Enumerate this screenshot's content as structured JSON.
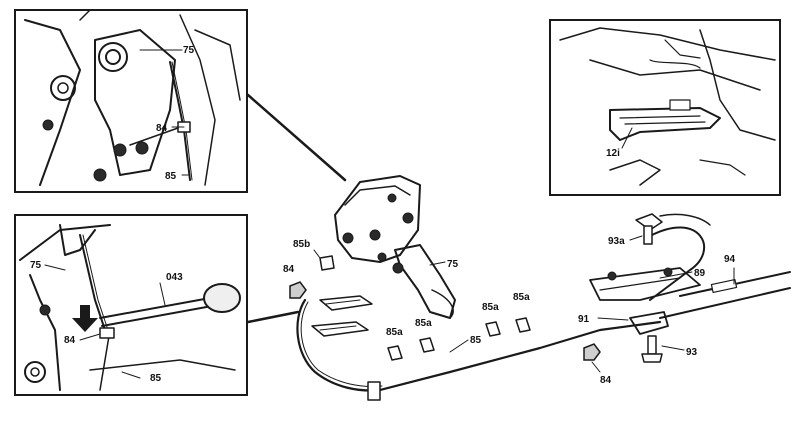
{
  "diagram": {
    "callouts": {
      "top_left_75": "75",
      "top_left_84": "84",
      "top_left_85": "85",
      "top_right_12i": "12i",
      "bottom_left_75": "75",
      "bottom_left_043": "043",
      "bottom_left_84": "84",
      "bottom_left_85": "85",
      "main_85b": "85b",
      "main_84_left": "84",
      "main_75": "75",
      "main_85a_1": "85a",
      "main_85a_2": "85a",
      "main_85a_3": "85a",
      "main_85a_4": "85a",
      "main_85": "85",
      "main_93a": "93a",
      "main_89": "89",
      "main_94": "94",
      "main_91": "91",
      "main_93": "93",
      "main_84_bottom": "84"
    },
    "colors": {
      "ink": "#1a1a1a",
      "paper": "#ffffff",
      "shade": "#cfcfcf"
    }
  }
}
